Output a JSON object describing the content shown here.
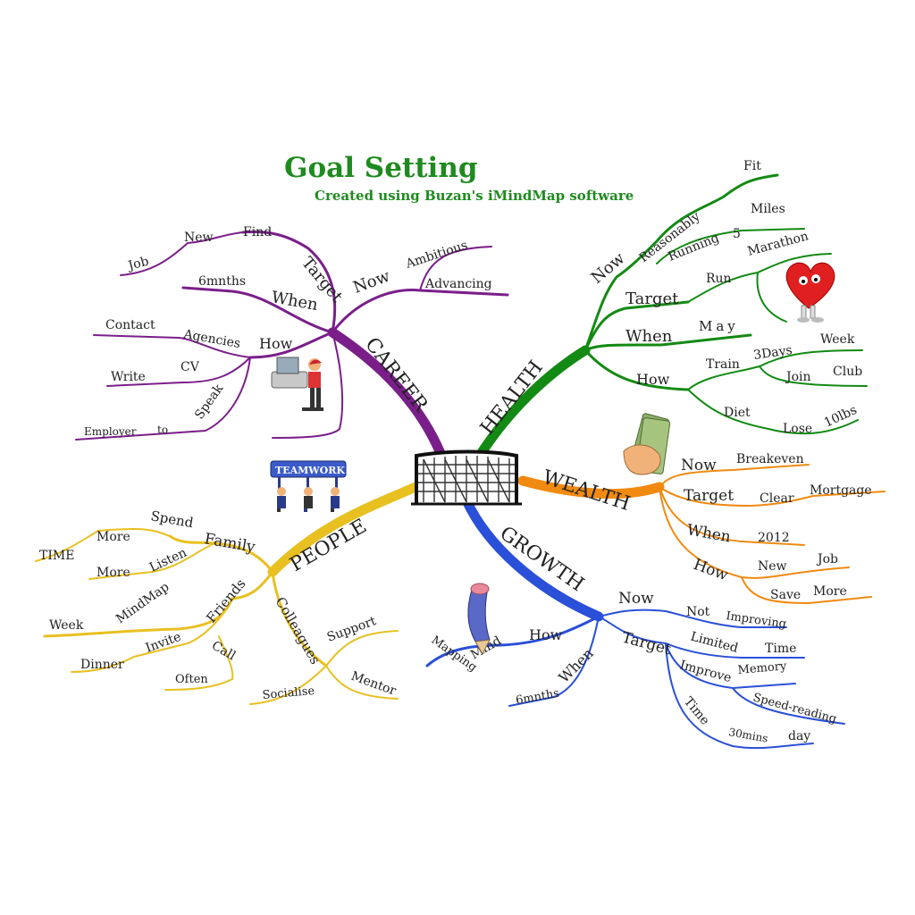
{
  "title": "Goal Setting",
  "subtitle": "Created using Buzan's iMindMap software",
  "colors": {
    "title": "#1f8a1f",
    "career": "#7a1f8a",
    "health": "#138a13",
    "wealth": "#f08a10",
    "growth": "#2a4fd8",
    "people": "#e8c020",
    "text": "#222222"
  },
  "career": {
    "label": "CAREER",
    "now": "Now",
    "ambitious": "Ambitious",
    "advancing": "Advancing",
    "target": "Target",
    "find": "Find",
    "new": "New",
    "job": "Job",
    "when": "When",
    "months": "6mnths",
    "how": "How",
    "agencies": "Agencies",
    "contact": "Contact",
    "cv": "CV",
    "write": "Write",
    "speak": "Speak",
    "to": "to",
    "employer": "Employer"
  },
  "health": {
    "label": "HEALTH",
    "now": "Now",
    "reasonably": "Reasonably",
    "fit": "Fit",
    "running": "Running",
    "five": "5",
    "miles": "Miles",
    "target": "Target",
    "run": "Run",
    "marathon": "Marathon",
    "when": "When",
    "may": "May",
    "how": "How",
    "train": "Train",
    "days": "3Days",
    "week": "Week",
    "join": "Join",
    "club": "Club",
    "diet": "Diet",
    "lose": "Lose",
    "lbs": "10lbs"
  },
  "wealth": {
    "label": "WEALTH",
    "now": "Now",
    "breakeven": "Breakeven",
    "target": "Target",
    "clear": "Clear",
    "mortgage": "Mortgage",
    "when": "When",
    "year": "2012",
    "how": "How",
    "new": "New",
    "job": "Job",
    "save": "Save",
    "more": "More"
  },
  "growth": {
    "label": "GROWTH",
    "now": "Now",
    "not": "Not",
    "improving": "Improving",
    "target": "Target",
    "limited": "Limited",
    "time": "Time",
    "improve": "Improve",
    "memory": "Memory",
    "speed": "Speed-reading",
    "time2": "Time",
    "mins": "30mins",
    "day": "day",
    "how": "How",
    "mind": "Mind",
    "mapping": "Mapping",
    "when": "When",
    "months": "6mnths"
  },
  "people": {
    "label": "PEOPLE",
    "family": "Family",
    "spend": "Spend",
    "more": "More",
    "time": "TIME",
    "listen": "Listen",
    "more2": "More",
    "friends": "Friends",
    "mindmap": "MindMap",
    "week": "Week",
    "invite": "Invite",
    "dinner": "Dinner",
    "call": "Call",
    "often": "Often",
    "colleagues": "Colleagues",
    "support": "Support",
    "mentor": "Mentor",
    "socialise": "Socialise"
  },
  "images": {
    "teamwork": "TEAMWORK",
    "icons": [
      "goal-net-icon",
      "computer-worker-icon",
      "teamwork-icon",
      "heart-runner-icon",
      "money-hand-icon",
      "pencil-icon"
    ]
  }
}
